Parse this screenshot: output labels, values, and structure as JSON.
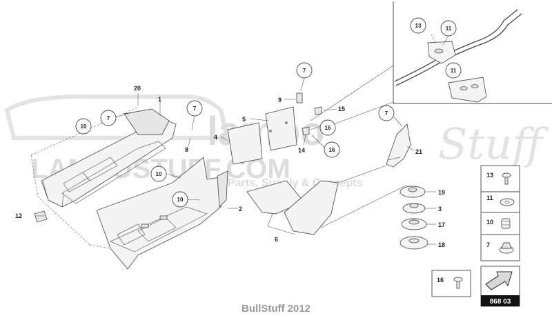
{
  "diagram": {
    "part_labels": {
      "p20": "20",
      "p1": "1",
      "p7a": "7",
      "p10a": "10",
      "p7b": "7",
      "p8": "8",
      "p4": "4",
      "p5": "5",
      "p9": "9",
      "p7c": "7",
      "p15": "15",
      "p16a": "16",
      "p14": "14",
      "p16b": "16",
      "p10b": "10",
      "p10c": "10",
      "p12": "12",
      "p2": "2",
      "p6": "6",
      "p7d": "7",
      "p21": "21",
      "p19": "19",
      "p3": "3",
      "p17": "17",
      "p18": "18",
      "p13": "13",
      "p11a": "11",
      "p11b": "11"
    },
    "legend": {
      "l13": "13",
      "l11": "11",
      "l10": "10",
      "l7": "7",
      "l16": "16"
    },
    "page_code": "868 03",
    "footer": "BullStuff 2012",
    "watermark": {
      "main": "lambo",
      "script": "Stuff",
      "sub": "LAMBOSTUFF.COM",
      "tag": "Parts, Supply & Concepts"
    }
  }
}
